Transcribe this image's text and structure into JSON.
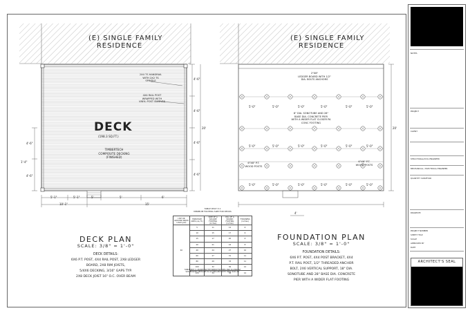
{
  "left_plan": {
    "residence_label_1": "(E) SINGLE FAMILY",
    "residence_label_2": "RESIDENCE",
    "deck_word": "DECK",
    "deck_area": "(198.3 SQ.FT.)",
    "decking_1": "TIMBERTECH",
    "decking_2": "COMPOSITE DECKING",
    "decking_3": "(FINISHED)",
    "note_handrail_1": "2X4 TS HANDRAIL",
    "note_handrail_2": "WITH 2X2 TS",
    "note_handrail_3": "SPINDLE",
    "note_post_1": "4X4 RAIL POST",
    "note_post_2": "WRAPPED WITH",
    "note_post_3": "VINYL POST SLEEVES",
    "dims_bottom": [
      "5'-1\"",
      "5'-1\"",
      "5'",
      "5'",
      "6'"
    ],
    "dim_total_left": "10'-1\"",
    "dim_total_right": "15'",
    "dims_right": [
      "4'-6\"",
      "4'-6\"",
      "4'-6\"",
      "4'-6\""
    ],
    "dim_right_total": "20'",
    "dims_left": [
      "4'-6\"",
      "1'-4\"",
      "4'-6\""
    ],
    "title": "DECK PLAN",
    "scale": "SCALE: 3/8\" = 1'-0\"",
    "details_heading": "DECK DETAILS:",
    "details": [
      "6x6 P.T. POST, 4x4 RAIL POST, 2x8 LEDGER",
      "BOARD, 2x8 RIM JOISTS,",
      "5/4x6 DECKING, 3/16\" GAPS TYP.",
      "2x8 DECK JOIST 16\" O.C. OVER BEAM"
    ]
  },
  "right_plan": {
    "residence_label_1": "(E) SINGLE FAMILY",
    "residence_label_2": "RESIDENCE",
    "ledger_1": "2\"x8\"",
    "ledger_2": "LEDGER BOARD WITH 1/2\"",
    "ledger_3": "DIA. BOLTS ANCHORS",
    "sonotube_1": "8\" DIA. SONOTUBE AND 28\"",
    "sonotube_2": "BASE DIA. CONCRETE PIER",
    "sonotube_3": "WITH A WIDER FLAT CLOSER PA",
    "sonotube_4": "CONC FOOTING",
    "post_left_1": "6\"x6\" P.T.",
    "post_left_2": "WOOD POSTS",
    "post_right_1": "6\"x6\" P.T.",
    "post_right_2": "WOOD POSTS",
    "spacing": "5'-0\"",
    "dim_right_total": "20'",
    "dim_bottom": "4'",
    "title": "FOUNDATION PLAN",
    "scale": "SCALE: 3/8\" = 1'-0\"",
    "details_heading": "FOUNDATION DETAILS:",
    "details": [
      "6x6 P.T. POST, 4x4 POST BRACKET, 4x4",
      "P.T. RAIL POST, 1/2\" THREADED ANCHOR",
      "BOLT, 2x6 VERTICAL SUPPORT, 18\" DIA.",
      "SONOTUBE AND 28\" BASE DIA. CONCRETE",
      "PIER WITH A WIDER FLAT FOOTING"
    ]
  },
  "table": {
    "title_1": "TABLE R507.3.1",
    "title_2": "MINIMUM FOOTING SIZE FOR DECKS",
    "headers": [
      "LIVE OR GROUND SNOW LOAD (psf)",
      "TRIBUTARY AREA (sq. ft.)",
      "SIDE OF A SQUARE FOOTING (inches)",
      "DIA. OF A ROUND FOOTING (inches)",
      "THICKNESS (inches)"
    ],
    "load": "40",
    "rows": [
      [
        "5",
        "11",
        "14",
        "6"
      ],
      [
        "10",
        "15",
        "17",
        "6"
      ],
      [
        "15",
        "17",
        "20",
        "6"
      ],
      [
        "20",
        "21",
        "24",
        "8"
      ],
      [
        "40",
        "24",
        "27",
        "10"
      ],
      [
        "60",
        "27",
        "31",
        "11"
      ],
      [
        "80",
        "29",
        "33",
        "11"
      ],
      [
        "100",
        "32",
        "36",
        "12"
      ],
      [
        "120",
        "34",
        "38",
        "12"
      ]
    ],
    "footnote_1": "TABLE R507.3.1 BASED ON THE PREDICTIVE AREA AND ALLOWABLE",
    "footnote_2": "SOIL BEARING PRESSURE IN ACCORDANCE WITH TABLE R401.4.1"
  },
  "title_block": {
    "notes_heading": "NOTES",
    "project": "PROJECT",
    "client": "CLIENT",
    "structural": "STRUCTURAL/CIVIL ENGINEER",
    "mechanical": "MECHANICAL / ELECTRICAL ENGINEER",
    "surveyor": "QUANTITY SURVEYOR",
    "drawn_by": "DRAWN BY",
    "project_number": "PROJECT NUMBER",
    "sheet_title": "SHEET TITLE",
    "scale": "SCALE",
    "approved": "APPROVED BY",
    "date": "DATE",
    "seal": "ARCHITECT'S SEAL"
  }
}
